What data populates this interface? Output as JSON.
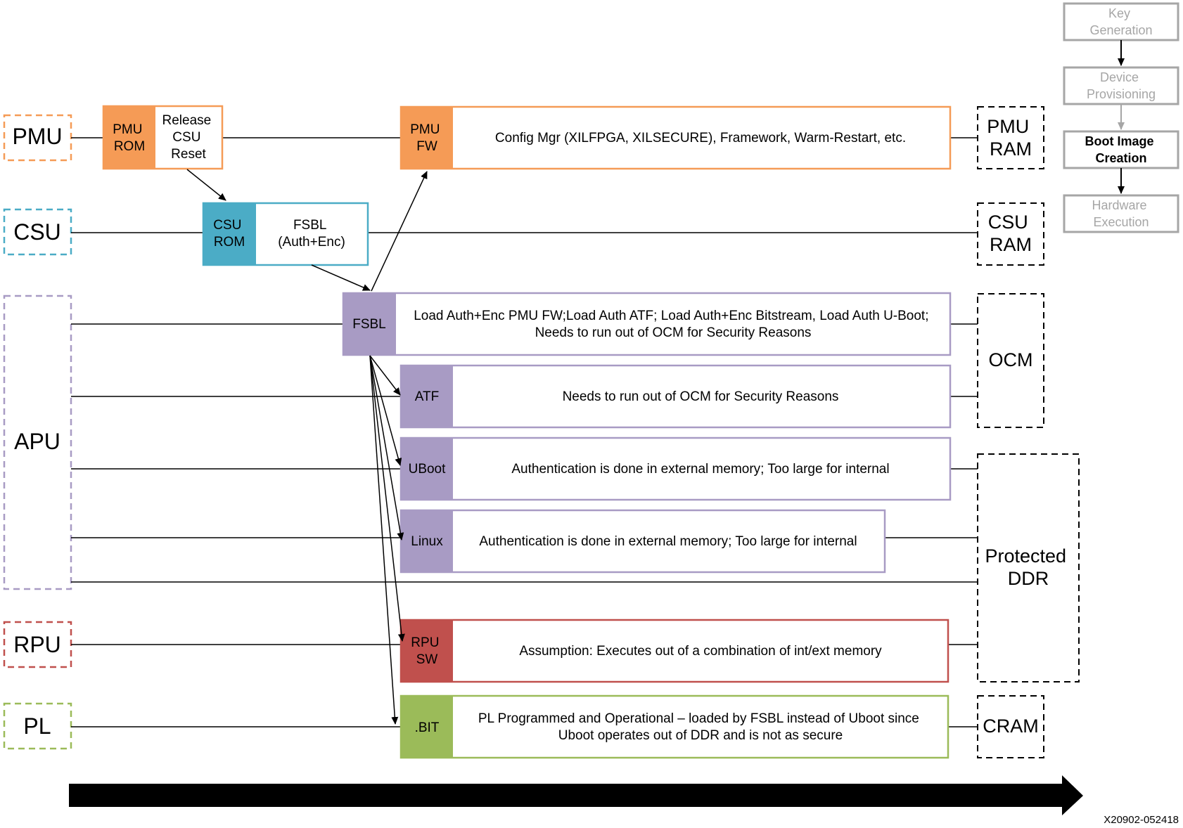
{
  "units": {
    "pmu": "PMU",
    "csu": "CSU",
    "apu": "APU",
    "rpu": "RPU",
    "pl": "PL"
  },
  "blocks": {
    "pmu_rom": [
      "PMU",
      "ROM"
    ],
    "release_csu_reset": [
      "Release",
      "CSU",
      "Reset"
    ],
    "pmu_fw": [
      "PMU",
      "FW"
    ],
    "pmu_fw_desc": "Config Mgr (XILFPGA, XILSECURE), Framework, Warm-Restart, etc.",
    "csu_rom": [
      "CSU",
      "ROM"
    ],
    "fsbl_auth_enc": [
      "FSBL",
      "(Auth+Enc)"
    ],
    "fsbl": "FSBL",
    "fsbl_desc": [
      "Load Auth+Enc PMU FW;Load Auth ATF; Load Auth+Enc Bitstream, Load Auth U-Boot;",
      "Needs to run out of OCM for Security Reasons"
    ],
    "atf": "ATF",
    "atf_desc": "Needs to run out of OCM for Security Reasons",
    "uboot": "UBoot",
    "uboot_desc": "Authentication is done in external memory; Too large for internal",
    "linux": "Linux",
    "linux_desc": "Authentication is done in external memory; Too large for internal",
    "rpu_sw": [
      "RPU",
      "SW"
    ],
    "rpu_sw_desc": "Assumption: Executes out of a combination of int/ext memory",
    "bit": ".BIT",
    "bit_desc": [
      "PL Programmed and Operational – loaded by FSBL instead of Uboot since",
      "Uboot operates out of DDR and is not as secure"
    ]
  },
  "memories": {
    "pmu_ram": [
      "PMU",
      "RAM"
    ],
    "csu_ram": [
      "CSU",
      "RAM"
    ],
    "ocm": "OCM",
    "protected_ddr": [
      "Protected",
      "DDR"
    ],
    "cram": "CRAM"
  },
  "flow": {
    "steps": [
      "Key Generation",
      "Device Provisioning",
      "Boot Image Creation",
      "Hardware Execution"
    ],
    "active_step": "Boot Image Creation"
  },
  "figure_id": "X20902-052418",
  "colors": {
    "pmu": "#f59b56",
    "csu": "#4bacc6",
    "apu": "#a89bc4",
    "rpu": "#c0504d",
    "pl": "#9bbb59",
    "line": "#000000",
    "inactive": "#a6a6a6"
  }
}
